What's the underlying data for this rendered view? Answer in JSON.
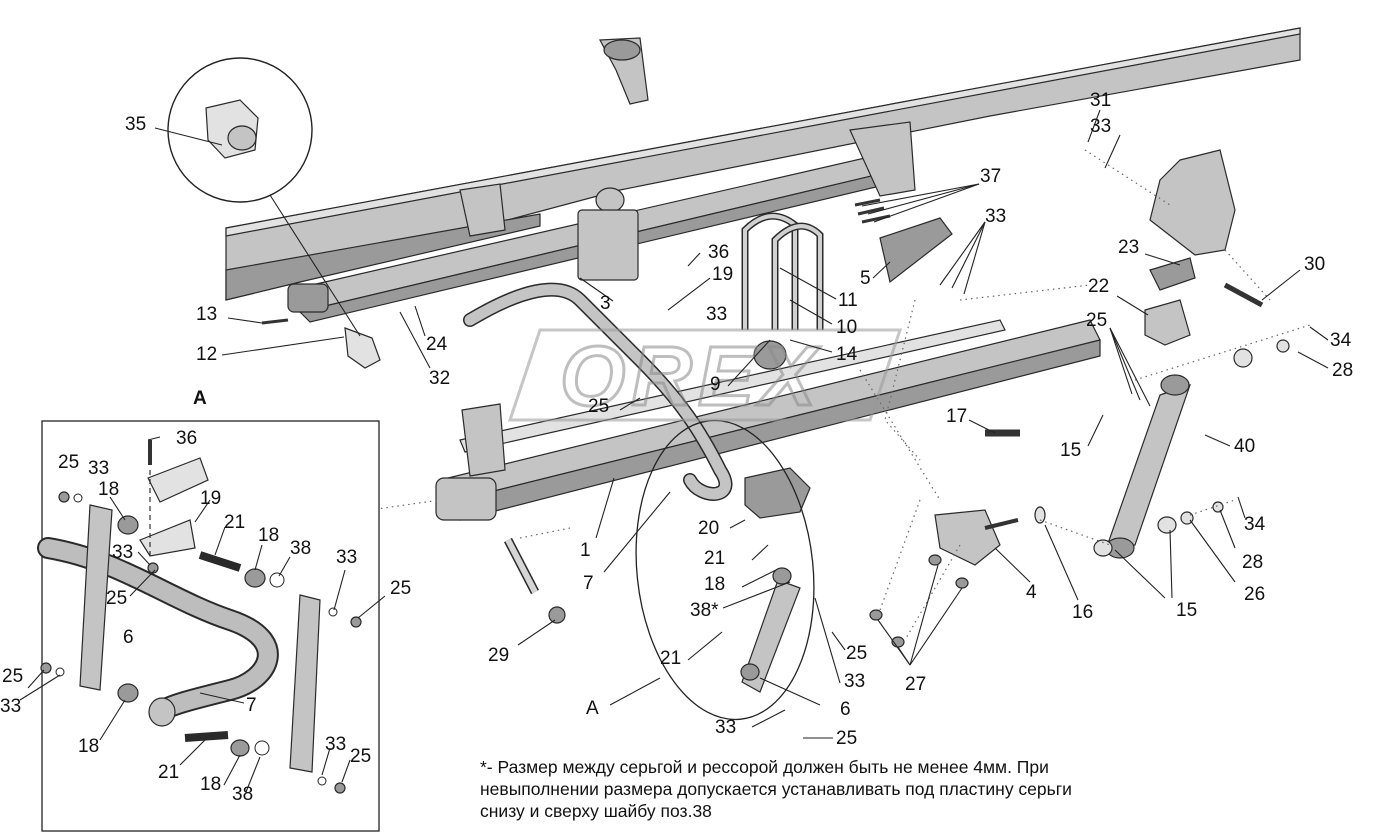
{
  "watermark": "OREX",
  "view_label": "A",
  "labels": {
    "p35": "35",
    "p13": "13",
    "p12": "12",
    "p24": "24",
    "p32": "32",
    "p36": "36",
    "p19": "19",
    "p3": "3",
    "p11": "11",
    "p10": "10",
    "p14": "14",
    "p9": "9",
    "p5": "5",
    "p33a": "33",
    "p33b": "33",
    "p33c": "33",
    "p37": "37",
    "p31": "31",
    "p30": "30",
    "p23": "23",
    "p22": "22",
    "p25a": "25",
    "p34a": "34",
    "p28a": "28",
    "p40": "40",
    "p17": "17",
    "p15a": "15",
    "p25b": "25",
    "p1": "1",
    "p7": "7",
    "p20": "20",
    "p21a": "21",
    "p18a": "18",
    "p38a": "38*",
    "p21b": "21",
    "p6": "6",
    "p25c": "25",
    "p33d": "33",
    "pA": "A",
    "p33e": "33",
    "p25d": "25",
    "p29": "29",
    "p4": "4",
    "p16": "16",
    "p15b": "15",
    "p26": "26",
    "p28b": "28",
    "p34b": "34",
    "p27": "27"
  },
  "inset_labels": {
    "a36": "36",
    "a25a": "25",
    "a33a": "33",
    "a18a": "18",
    "a19": "19",
    "a21a": "21",
    "a18b": "18",
    "a38a": "38",
    "a33b": "33",
    "a25b": "25",
    "a33c": "33",
    "a25c": "25",
    "a6": "6",
    "a25d": "25",
    "a33d": "33",
    "a7": "7",
    "a18c": "18",
    "a21b": "21",
    "a18d": "18",
    "a38b": "38",
    "a33e": "33",
    "a25e": "25"
  },
  "footnote": {
    "line1": "*-  Размер между серьгой и рессорой должен быть не менее 4мм. При",
    "line2": "невыполнении размера допускается устанавливать под пластину серьги",
    "line3": "снизу и сверху шайбу поз.38"
  }
}
